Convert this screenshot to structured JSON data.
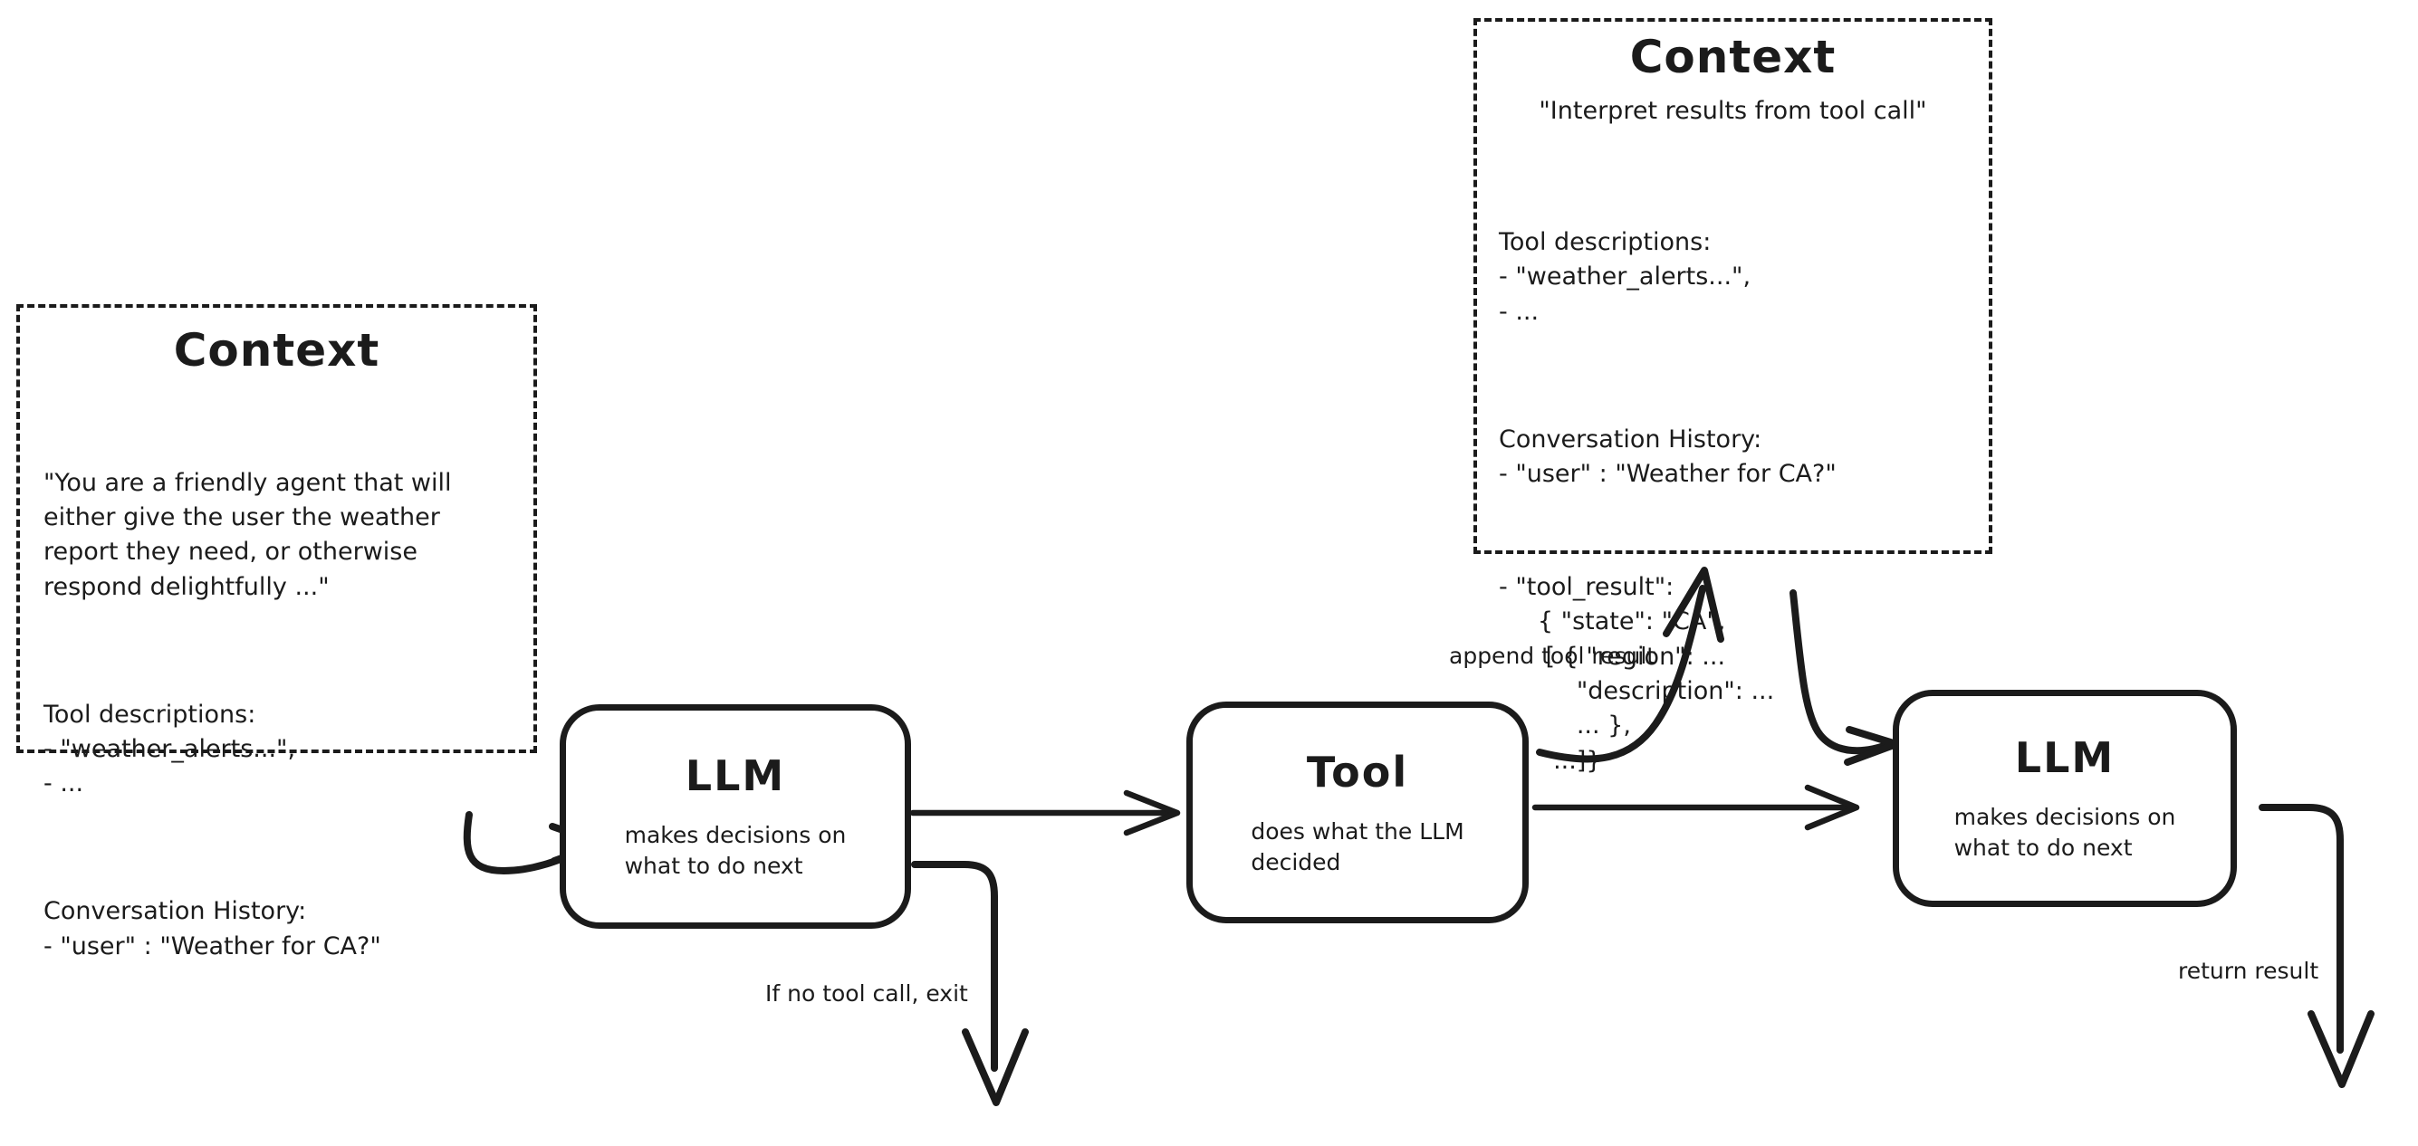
{
  "diagram": {
    "title": "Agent loop with tool calling",
    "accent_color": "#1b1b1b",
    "background_color": "#ffffff"
  },
  "context_boxes": [
    {
      "id": "context-initial",
      "title": "Context",
      "paragraphs": [
        "\"You are a friendly agent that will\neither give the user the weather\nreport they need, or otherwise\nrespond delightfully ...\"",
        "Tool descriptions:\n- \"weather_alerts...\",\n- ...",
        "Conversation History:\n- \"user\" : \"Weather for CA?\""
      ]
    },
    {
      "id": "context-after-tool",
      "title": "Context",
      "quote": "\"Interpret results from tool call\"",
      "paragraphs": [
        "Tool descriptions:\n- \"weather_alerts...\",\n- ...",
        "Conversation History:\n- \"user\" : \"Weather for CA?\"",
        "- \"tool_result\":\n     { \"state\": \"CA\",\n      [ { \"region\": ...\n          \"description\": ...\n          ... },\n       ...]}"
      ]
    }
  ],
  "nodes": [
    {
      "id": "llm-first",
      "title": "LLM",
      "subtitle": "makes decisions on\nwhat to do next"
    },
    {
      "id": "tool",
      "title": "Tool",
      "subtitle": "does what the LLM\ndecided"
    },
    {
      "id": "llm-second",
      "title": "LLM",
      "subtitle": "makes decisions on\nwhat to do next"
    }
  ],
  "edge_labels": {
    "append_tool_result": "append tool result",
    "if_no_tool_call_exit": "If no tool call, exit",
    "return_result": "return result"
  }
}
